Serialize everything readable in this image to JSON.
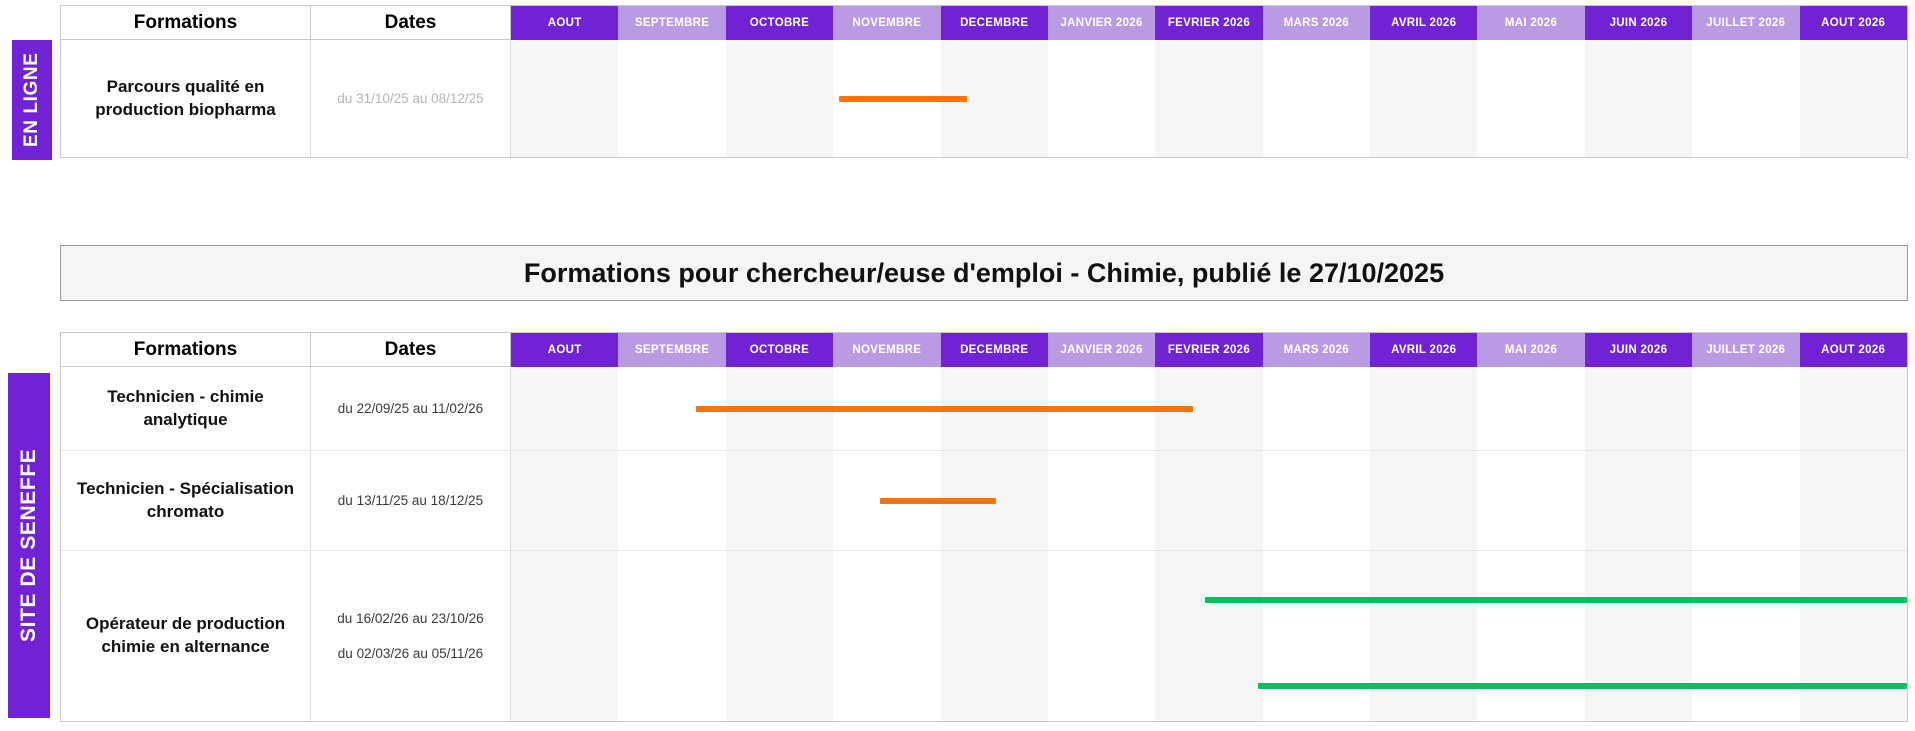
{
  "colors": {
    "brand_purple": "#7022d4",
    "brand_purple_light": "#bb9ae4",
    "bar_orange": "#f97306",
    "bar_green": "#00bf63",
    "banner_bg": "#f5f5f5"
  },
  "months": [
    {
      "label": "AOUT",
      "tone": "dark"
    },
    {
      "label": "SEPTEMBRE",
      "tone": "light"
    },
    {
      "label": "OCTOBRE",
      "tone": "dark"
    },
    {
      "label": "NOVEMBRE",
      "tone": "light"
    },
    {
      "label": "DECEMBRE",
      "tone": "dark"
    },
    {
      "label": "JANVIER 2026",
      "tone": "light"
    },
    {
      "label": "FEVRIER 2026",
      "tone": "dark"
    },
    {
      "label": "MARS 2026",
      "tone": "light"
    },
    {
      "label": "AVRIL 2026",
      "tone": "dark"
    },
    {
      "label": "MAI 2026",
      "tone": "light"
    },
    {
      "label": "JUIN 2026",
      "tone": "dark"
    },
    {
      "label": "JUILLET 2026",
      "tone": "light"
    },
    {
      "label": "AOUT 2026",
      "tone": "dark"
    }
  ],
  "columns": {
    "formations_header": "Formations",
    "dates_header": "Dates"
  },
  "section_title": "Formations pour chercheur/euse d'emploi - Chimie, publié le 27/10/2025",
  "table_online": {
    "site_label": "EN LIGNE",
    "rows": [
      {
        "formation": "Parcours qualité en production biopharma",
        "dates": [
          "du 31/10/25 au 08/12/25"
        ],
        "dates_muted": true,
        "bars": [
          {
            "color": "orange",
            "start_month": 3.05,
            "end_month": 4.25,
            "lane": 0
          }
        ]
      }
    ]
  },
  "table_seneffe": {
    "site_label": "SITE DE SENEFFE",
    "rows": [
      {
        "formation": "Technicien - chimie analytique",
        "dates": [
          "du 22/09/25 au 11/02/26"
        ],
        "dates_muted": false,
        "bars": [
          {
            "color": "orange",
            "start_month": 1.72,
            "end_month": 6.35,
            "lane": 0
          }
        ]
      },
      {
        "formation": "Technicien  - Spécialisation chromato",
        "dates": [
          "du 13/11/25 au 18/12/25"
        ],
        "dates_muted": false,
        "bars": [
          {
            "color": "orange",
            "start_month": 3.44,
            "end_month": 4.52,
            "lane": 0
          }
        ]
      },
      {
        "formation": "Opérateur de production chimie en alternance",
        "dates": [
          "du 16/02/26 au 23/10/26",
          "du 02/03/26 au 05/11/26"
        ],
        "dates_muted": false,
        "bars": [
          {
            "color": "green",
            "start_month": 6.46,
            "end_month": 13.0,
            "lane": 0
          },
          {
            "color": "green",
            "start_month": 6.96,
            "end_month": 13.0,
            "lane": 1
          }
        ]
      }
    ]
  },
  "chart_data": {
    "type": "bar",
    "title": "Formations pour chercheur/euse d'emploi - Chimie, publié le 27/10/2025",
    "xlabel": "",
    "ylabel": "",
    "categories": [
      "AOUT",
      "SEPTEMBRE",
      "OCTOBRE",
      "NOVEMBRE",
      "DECEMBRE",
      "JANVIER 2026",
      "FEVRIER 2026",
      "MARS 2026",
      "AVRIL 2026",
      "MAI 2026",
      "JUIN 2026",
      "JUILLET 2026",
      "AOUT 2026"
    ],
    "series": [
      {
        "name": "Parcours qualité en production biopharma",
        "group": "EN LIGNE",
        "start": "31/10/25",
        "end": "08/12/25",
        "color": "#f97306"
      },
      {
        "name": "Technicien - chimie analytique",
        "group": "SITE DE SENEFFE",
        "start": "22/09/25",
        "end": "11/02/26",
        "color": "#f97306"
      },
      {
        "name": "Technicien  - Spécialisation chromato",
        "group": "SITE DE SENEFFE",
        "start": "13/11/25",
        "end": "18/12/25",
        "color": "#f97306"
      },
      {
        "name": "Opérateur de production chimie en alternance (1)",
        "group": "SITE DE SENEFFE",
        "start": "16/02/26",
        "end": "23/10/26",
        "color": "#00bf63"
      },
      {
        "name": "Opérateur de production chimie en alternance (2)",
        "group": "SITE DE SENEFFE",
        "start": "02/03/26",
        "end": "05/11/26",
        "color": "#00bf63"
      }
    ]
  }
}
